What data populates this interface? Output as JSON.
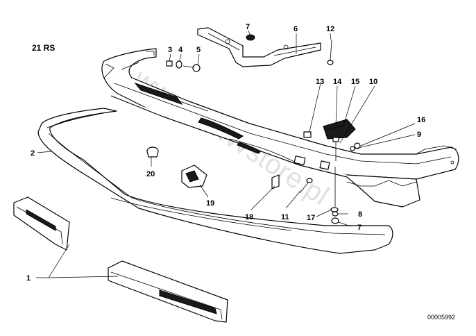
{
  "group_label": "21 RS",
  "reference_number": "00005992",
  "watermark": "www.BMWstore.pl",
  "callouts": [
    {
      "id": "c1",
      "text": "1"
    },
    {
      "id": "c2",
      "text": "2"
    },
    {
      "id": "c3",
      "text": "3"
    },
    {
      "id": "c4",
      "text": "4"
    },
    {
      "id": "c5",
      "text": "5"
    },
    {
      "id": "c6",
      "text": "6"
    },
    {
      "id": "c7a",
      "text": "7"
    },
    {
      "id": "c7b",
      "text": "7"
    },
    {
      "id": "c8",
      "text": "8"
    },
    {
      "id": "c9",
      "text": "9"
    },
    {
      "id": "c10",
      "text": "10"
    },
    {
      "id": "c11",
      "text": "11"
    },
    {
      "id": "c12",
      "text": "12"
    },
    {
      "id": "c13",
      "text": "13"
    },
    {
      "id": "c14",
      "text": "14"
    },
    {
      "id": "c15",
      "text": "15"
    },
    {
      "id": "c16",
      "text": "16"
    },
    {
      "id": "c17",
      "text": "17"
    },
    {
      "id": "c18",
      "text": "18"
    },
    {
      "id": "c19",
      "text": "19"
    },
    {
      "id": "c20",
      "text": "20"
    }
  ]
}
